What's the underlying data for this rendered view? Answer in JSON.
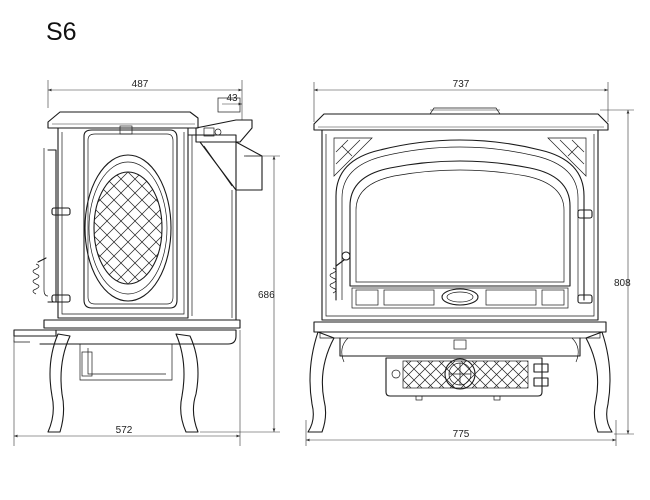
{
  "title": "S6",
  "dimensions": {
    "side_depth_top": "487",
    "flue_offset": "43",
    "side_height": "686",
    "side_depth_base": "572",
    "front_width_top": "737",
    "front_height": "808",
    "front_width_base": "775"
  }
}
